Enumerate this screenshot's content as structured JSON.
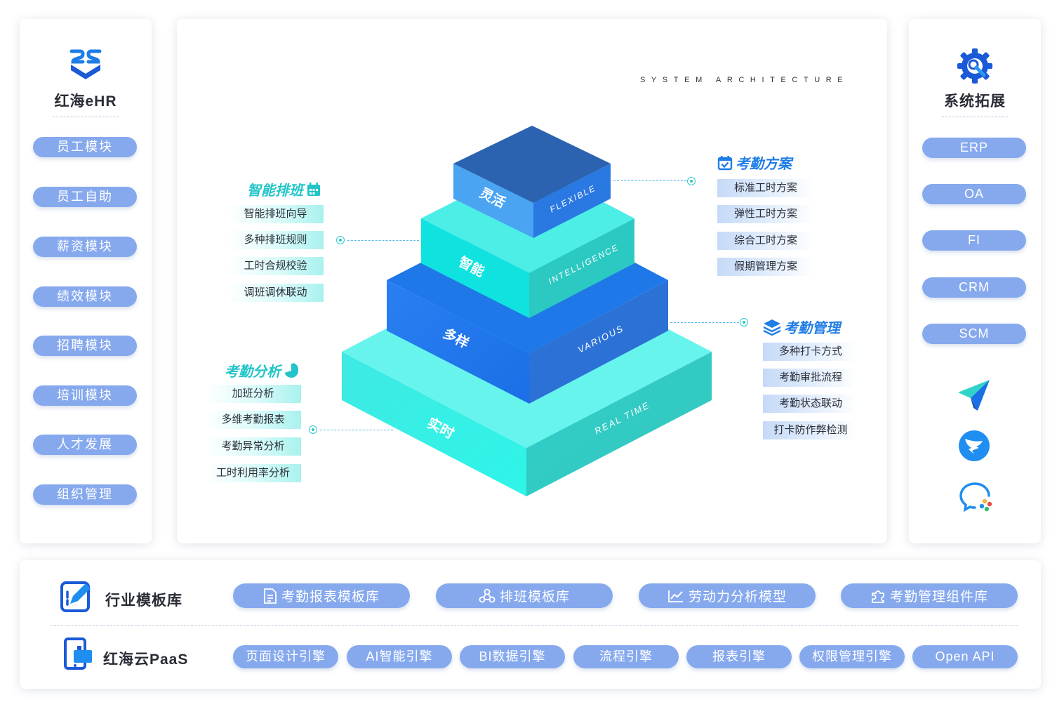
{
  "left_panel": {
    "brand": "红海eHR",
    "items": [
      "员工模块",
      "员工自助",
      "薪资模块",
      "绩效模块",
      "招聘模块",
      "培训模块",
      "人才发展",
      "组织管理"
    ]
  },
  "center": {
    "header": "SYSTEM ARCHITECTURE",
    "layers": [
      {
        "cn": "灵活",
        "en": "FLEXIBLE"
      },
      {
        "cn": "智能",
        "en": "INTELLIGENCE"
      },
      {
        "cn": "多样",
        "en": "VARIOUS"
      },
      {
        "cn": "实时",
        "en": "REAL TIME"
      }
    ],
    "groups": {
      "scheduling": {
        "title": "智能排班",
        "items": [
          "智能排班向导",
          "多种排班规则",
          "工时合规校验",
          "调班调休联动"
        ]
      },
      "analysis": {
        "title": "考勤分析",
        "items": [
          "加班分析",
          "多维考勤报表",
          "考勤异常分析",
          "工时利用率分析"
        ]
      },
      "plans": {
        "title": "考勤方案",
        "items": [
          "标准工时方案",
          "弹性工时方案",
          "综合工时方案",
          "假期管理方案"
        ]
      },
      "management": {
        "title": "考勤管理",
        "items": [
          "多种打卡方式",
          "考勤审批流程",
          "考勤状态联动",
          "打卡防作弊检测"
        ]
      }
    }
  },
  "right_panel": {
    "title": "系统拓展",
    "items": [
      "ERP",
      "OA",
      "FI",
      "CRM",
      "SCM"
    ],
    "apps": [
      "paper-plane-icon",
      "dingtalk-icon",
      "wecom-icon"
    ]
  },
  "bottom": {
    "templates_label": "行业模板库",
    "templates": [
      "考勤报表模板库",
      "排班模板库",
      "劳动力分析模型",
      "考勤管理组件库"
    ],
    "paas_label": "红海云PaaS",
    "engines": [
      "页面设计引擎",
      "AI智能引擎",
      "BI数据引擎",
      "流程引擎",
      "报表引擎",
      "权限管理引擎",
      "Open API"
    ]
  },
  "colors": {
    "pill": "#86a9ee",
    "teal": "#22c4c9",
    "blue": "#1f7de6",
    "brand_blue": "#1a5ad8"
  }
}
